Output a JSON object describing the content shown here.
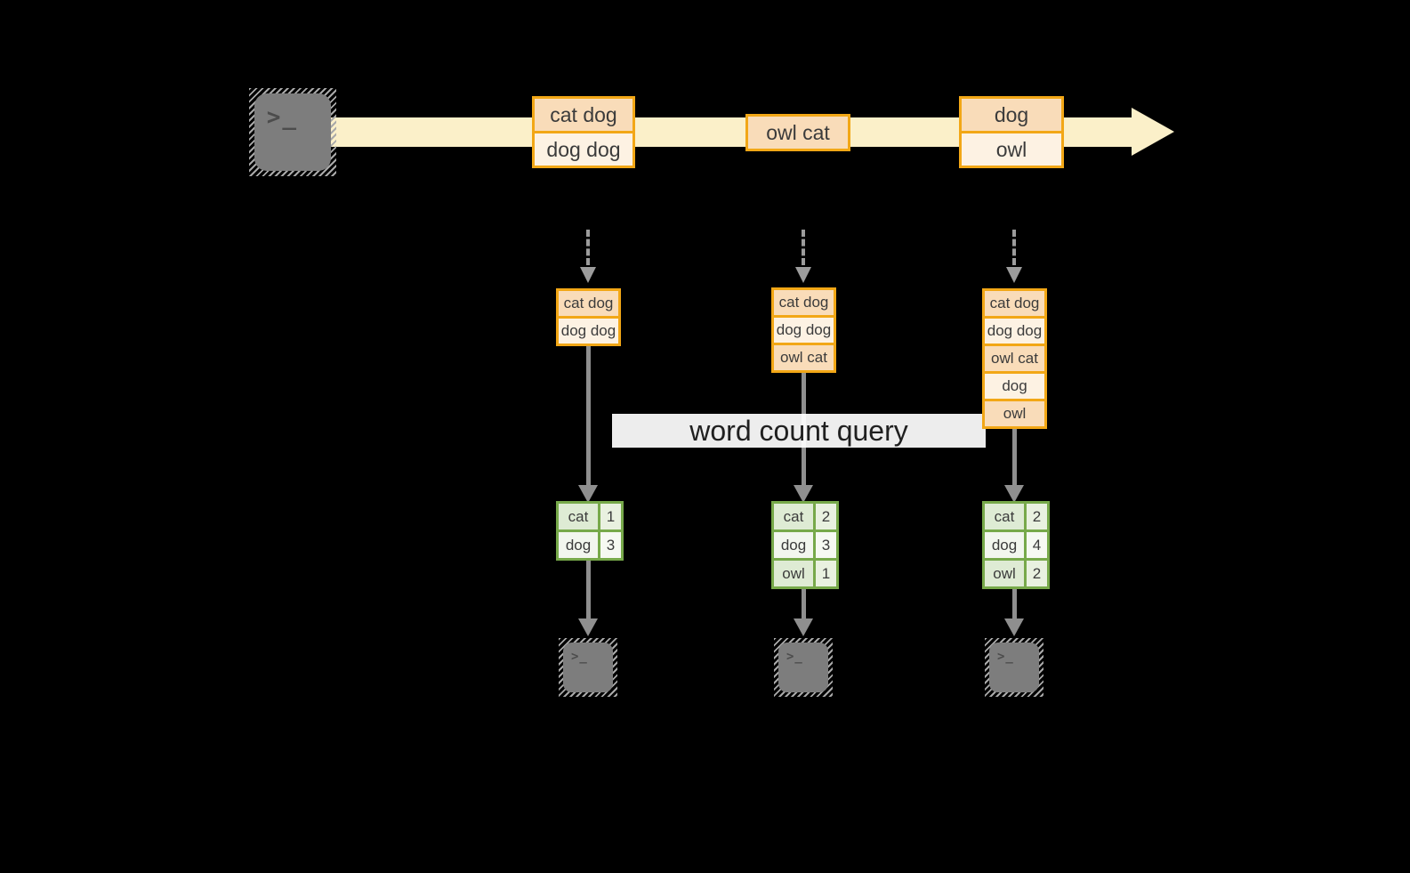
{
  "banner": {
    "label": "word count query"
  },
  "icons": {
    "terminal_glyph": ">_"
  },
  "colors": {
    "background": "#000000",
    "stream_band": "#FBF0C9",
    "orange_border": "#F2A716",
    "orange_fill_dark": "#F9DCB9",
    "orange_fill_light": "#FDF2E3",
    "green_border": "#77A94A",
    "green_fill": "#DEEBD4",
    "green_fill_light": "#F2F6EE",
    "arrow_gray": "#8f8f8f",
    "terminal_gray": "#7d7d7d"
  },
  "timeline": {
    "batches": [
      {
        "rows": [
          "cat dog",
          "dog dog"
        ]
      },
      {
        "rows": [
          "owl cat"
        ]
      },
      {
        "rows": [
          "dog",
          "owl"
        ]
      }
    ]
  },
  "columns": [
    {
      "input_rows": [
        "cat dog",
        "dog dog"
      ],
      "counts": [
        {
          "word": "cat",
          "count": "1"
        },
        {
          "word": "dog",
          "count": "3"
        }
      ]
    },
    {
      "input_rows": [
        "cat dog",
        "dog dog",
        "owl cat"
      ],
      "counts": [
        {
          "word": "cat",
          "count": "2"
        },
        {
          "word": "dog",
          "count": "3"
        },
        {
          "word": "owl",
          "count": "1"
        }
      ]
    },
    {
      "input_rows": [
        "cat dog",
        "dog dog",
        "owl cat",
        "dog",
        "owl"
      ],
      "counts": [
        {
          "word": "cat",
          "count": "2"
        },
        {
          "word": "dog",
          "count": "4"
        },
        {
          "word": "owl",
          "count": "2"
        }
      ]
    }
  ]
}
